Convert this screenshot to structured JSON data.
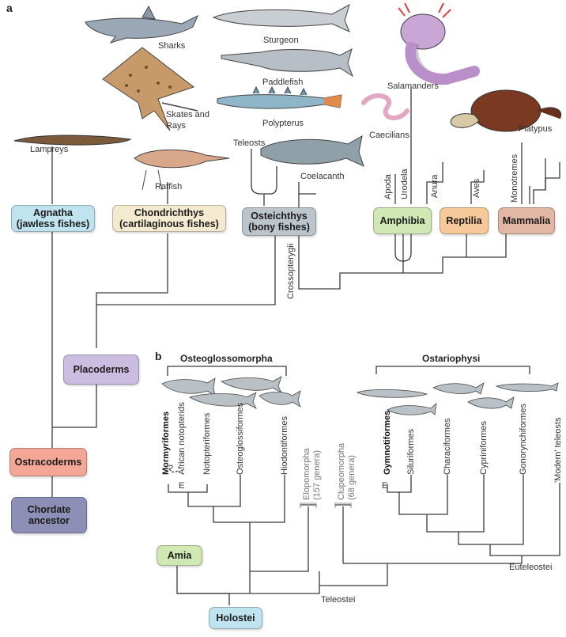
{
  "panel_labels": {
    "a": "a",
    "b": "b"
  },
  "boxes": {
    "agnatha": "Agnatha\n(jawless fishes)",
    "chondrichthys": "Chondrichthys\n(cartilaginous fishes)",
    "osteichthys": "Osteichthys\n(bony fishes)",
    "amphibia": "Amphibia",
    "reptilia": "Reptilia",
    "mammalia": "Mammalia",
    "placoderms": "Placoderms",
    "ostracoderms": "Ostracoderms",
    "chordate": "Chordate\nancestor",
    "amia": "Amia",
    "holostei": "Holostei"
  },
  "animals": {
    "sharks": "Sharks",
    "sturgeon": "Sturgeon",
    "paddlefish": "Paddlefish",
    "skates": "Skates and\nRays",
    "polypterus": "Polypterus",
    "salamanders": "Salamanders",
    "caecilians": "Caecilians",
    "platypus": "Platypus",
    "lampreys": "Lampreys",
    "teleosts": "Teleosts",
    "coelacanth": "Coelacanth",
    "ratfish": "Ratfish"
  },
  "clade_labels": {
    "apoda": "Apoda",
    "urodela": "Urodela",
    "anura": "Anura",
    "aves": "Aves",
    "monotremes": "Monotremes",
    "crossopterygii": "Crossopterygii"
  },
  "panel_b": {
    "osteoglossomorpha": "Osteoglossomorpha",
    "ostariophysi": "Ostariophysi",
    "taxa": {
      "mormyriformes": "Mormyriformes",
      "african_notopterids": "African notopterids",
      "notopteriformes": "Notopteriformes",
      "osteoglossiformes": "Osteoglossiformes",
      "hiodontiformes": "Hiodontiformes",
      "elopomorpha": "Elopomorpha\n(157 genera)",
      "clupeomorpha": "Clupeomorpha\n(68 genera)",
      "gymnotiformes": "Gymnotiformes",
      "siluriformes": "Siluriformes",
      "characiformes": "Characiformes",
      "cypriniformes": "Cypriniformes",
      "gonorynchiformes": "Gonorynchiformes",
      "modern_teleosts": "'Modern' teleosts"
    },
    "question_mark": "?",
    "e_mark_1": "E",
    "e_mark_2": "E",
    "euteleostei": "Euteleostei",
    "teleostei": "Teleostei"
  },
  "colors": {
    "agnatha": "#bfe3ef",
    "chondrichthys": "#f3ead0",
    "osteichthys": "#bcc4cc",
    "amphibia": "#cfe8b4",
    "reptilia": "#f7c99a",
    "mammalia": "#e2b7a3",
    "placoderms": "#cbbde0",
    "ostracoderms": "#f4a796",
    "chordate": "#8e8fb6",
    "amia": "#cfe8b4",
    "holostei": "#bfe3ef"
  }
}
